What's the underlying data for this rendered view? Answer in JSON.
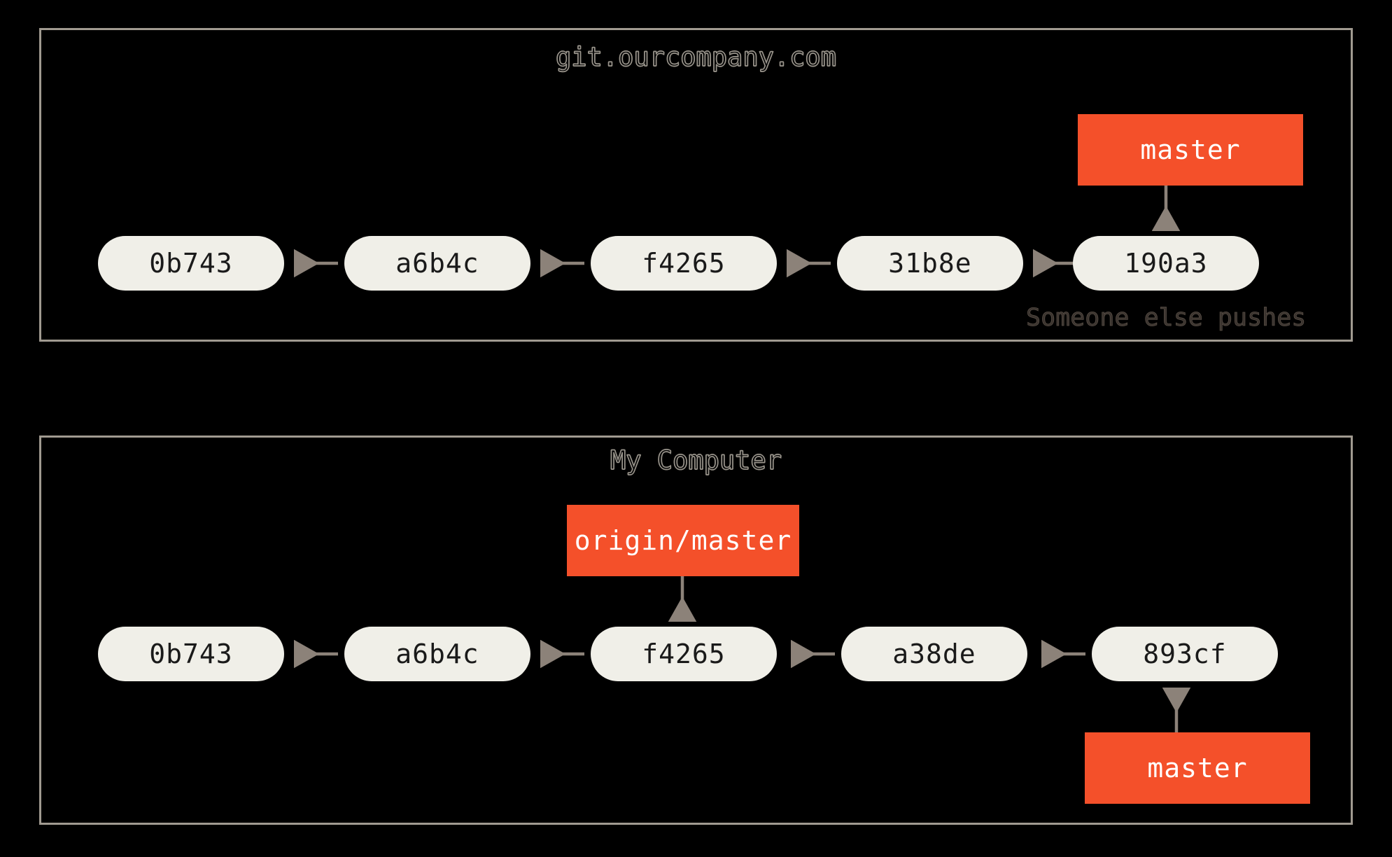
{
  "background_color": "#000000",
  "palette": {
    "panel_border": "#a09a90",
    "commit_fill": "#f0efe8",
    "commit_text": "#1a1a1a",
    "branch_fill": "#f4502a",
    "branch_text": "#ffffff",
    "arrow": "#8c8279",
    "title_outline": "#9a958c",
    "caption_text": "#5d534a"
  },
  "panels": [
    {
      "id": "remote",
      "title": "git.ourcompany.com",
      "caption": "Someone else pushes",
      "commits": [
        "0b743",
        "a6b4c",
        "f4265",
        "31b8e",
        "190a3"
      ],
      "branch_labels": [
        {
          "name": "master",
          "points_to": "190a3",
          "direction": "down"
        }
      ]
    },
    {
      "id": "local",
      "title": "My Computer",
      "caption": "",
      "commits": [
        "0b743",
        "a6b4c",
        "f4265",
        "a38de",
        "893cf"
      ],
      "branch_labels": [
        {
          "name": "origin/master",
          "points_to": "f4265",
          "direction": "down"
        },
        {
          "name": "master",
          "points_to": "893cf",
          "direction": "up"
        }
      ]
    }
  ],
  "remote": {
    "title": "git.ourcompany.com",
    "caption": "Someone else pushes",
    "commit_0": "0b743",
    "commit_1": "a6b4c",
    "commit_2": "f4265",
    "commit_3": "31b8e",
    "commit_4": "190a3",
    "branch_master": "master"
  },
  "local": {
    "title": "My Computer",
    "commit_0": "0b743",
    "commit_1": "a6b4c",
    "commit_2": "f4265",
    "commit_3": "a38de",
    "commit_4": "893cf",
    "branch_origin_master": "origin/master",
    "branch_master": "master"
  }
}
